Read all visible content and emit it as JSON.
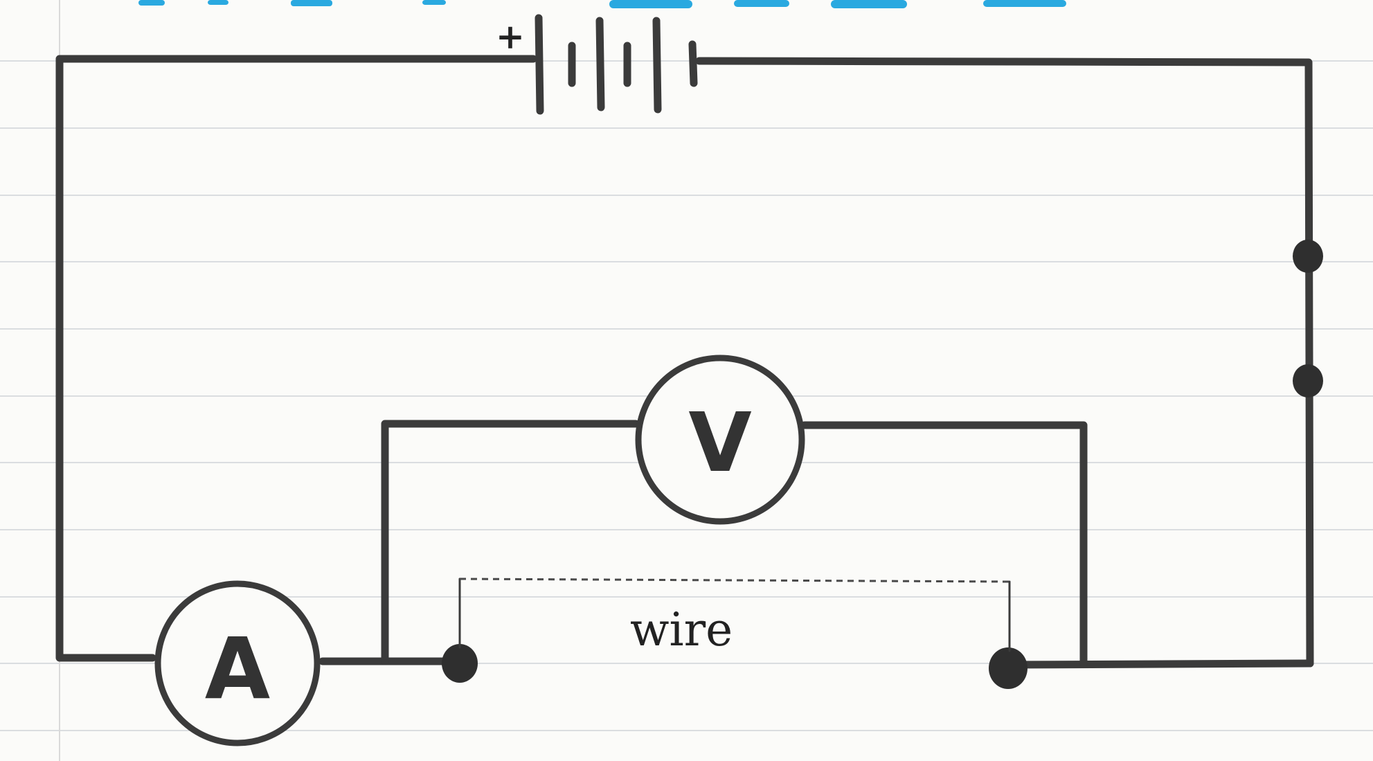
{
  "diagram": {
    "battery_sign": "+",
    "ammeter_label": "A",
    "voltmeter_label": "V",
    "wire_label": "wire"
  },
  "colors": {
    "ink": "#3b3b3b",
    "paper": "#fbfbf9",
    "ruled_line": "#cfd3d8",
    "title_ink": "#2aa9e0"
  }
}
